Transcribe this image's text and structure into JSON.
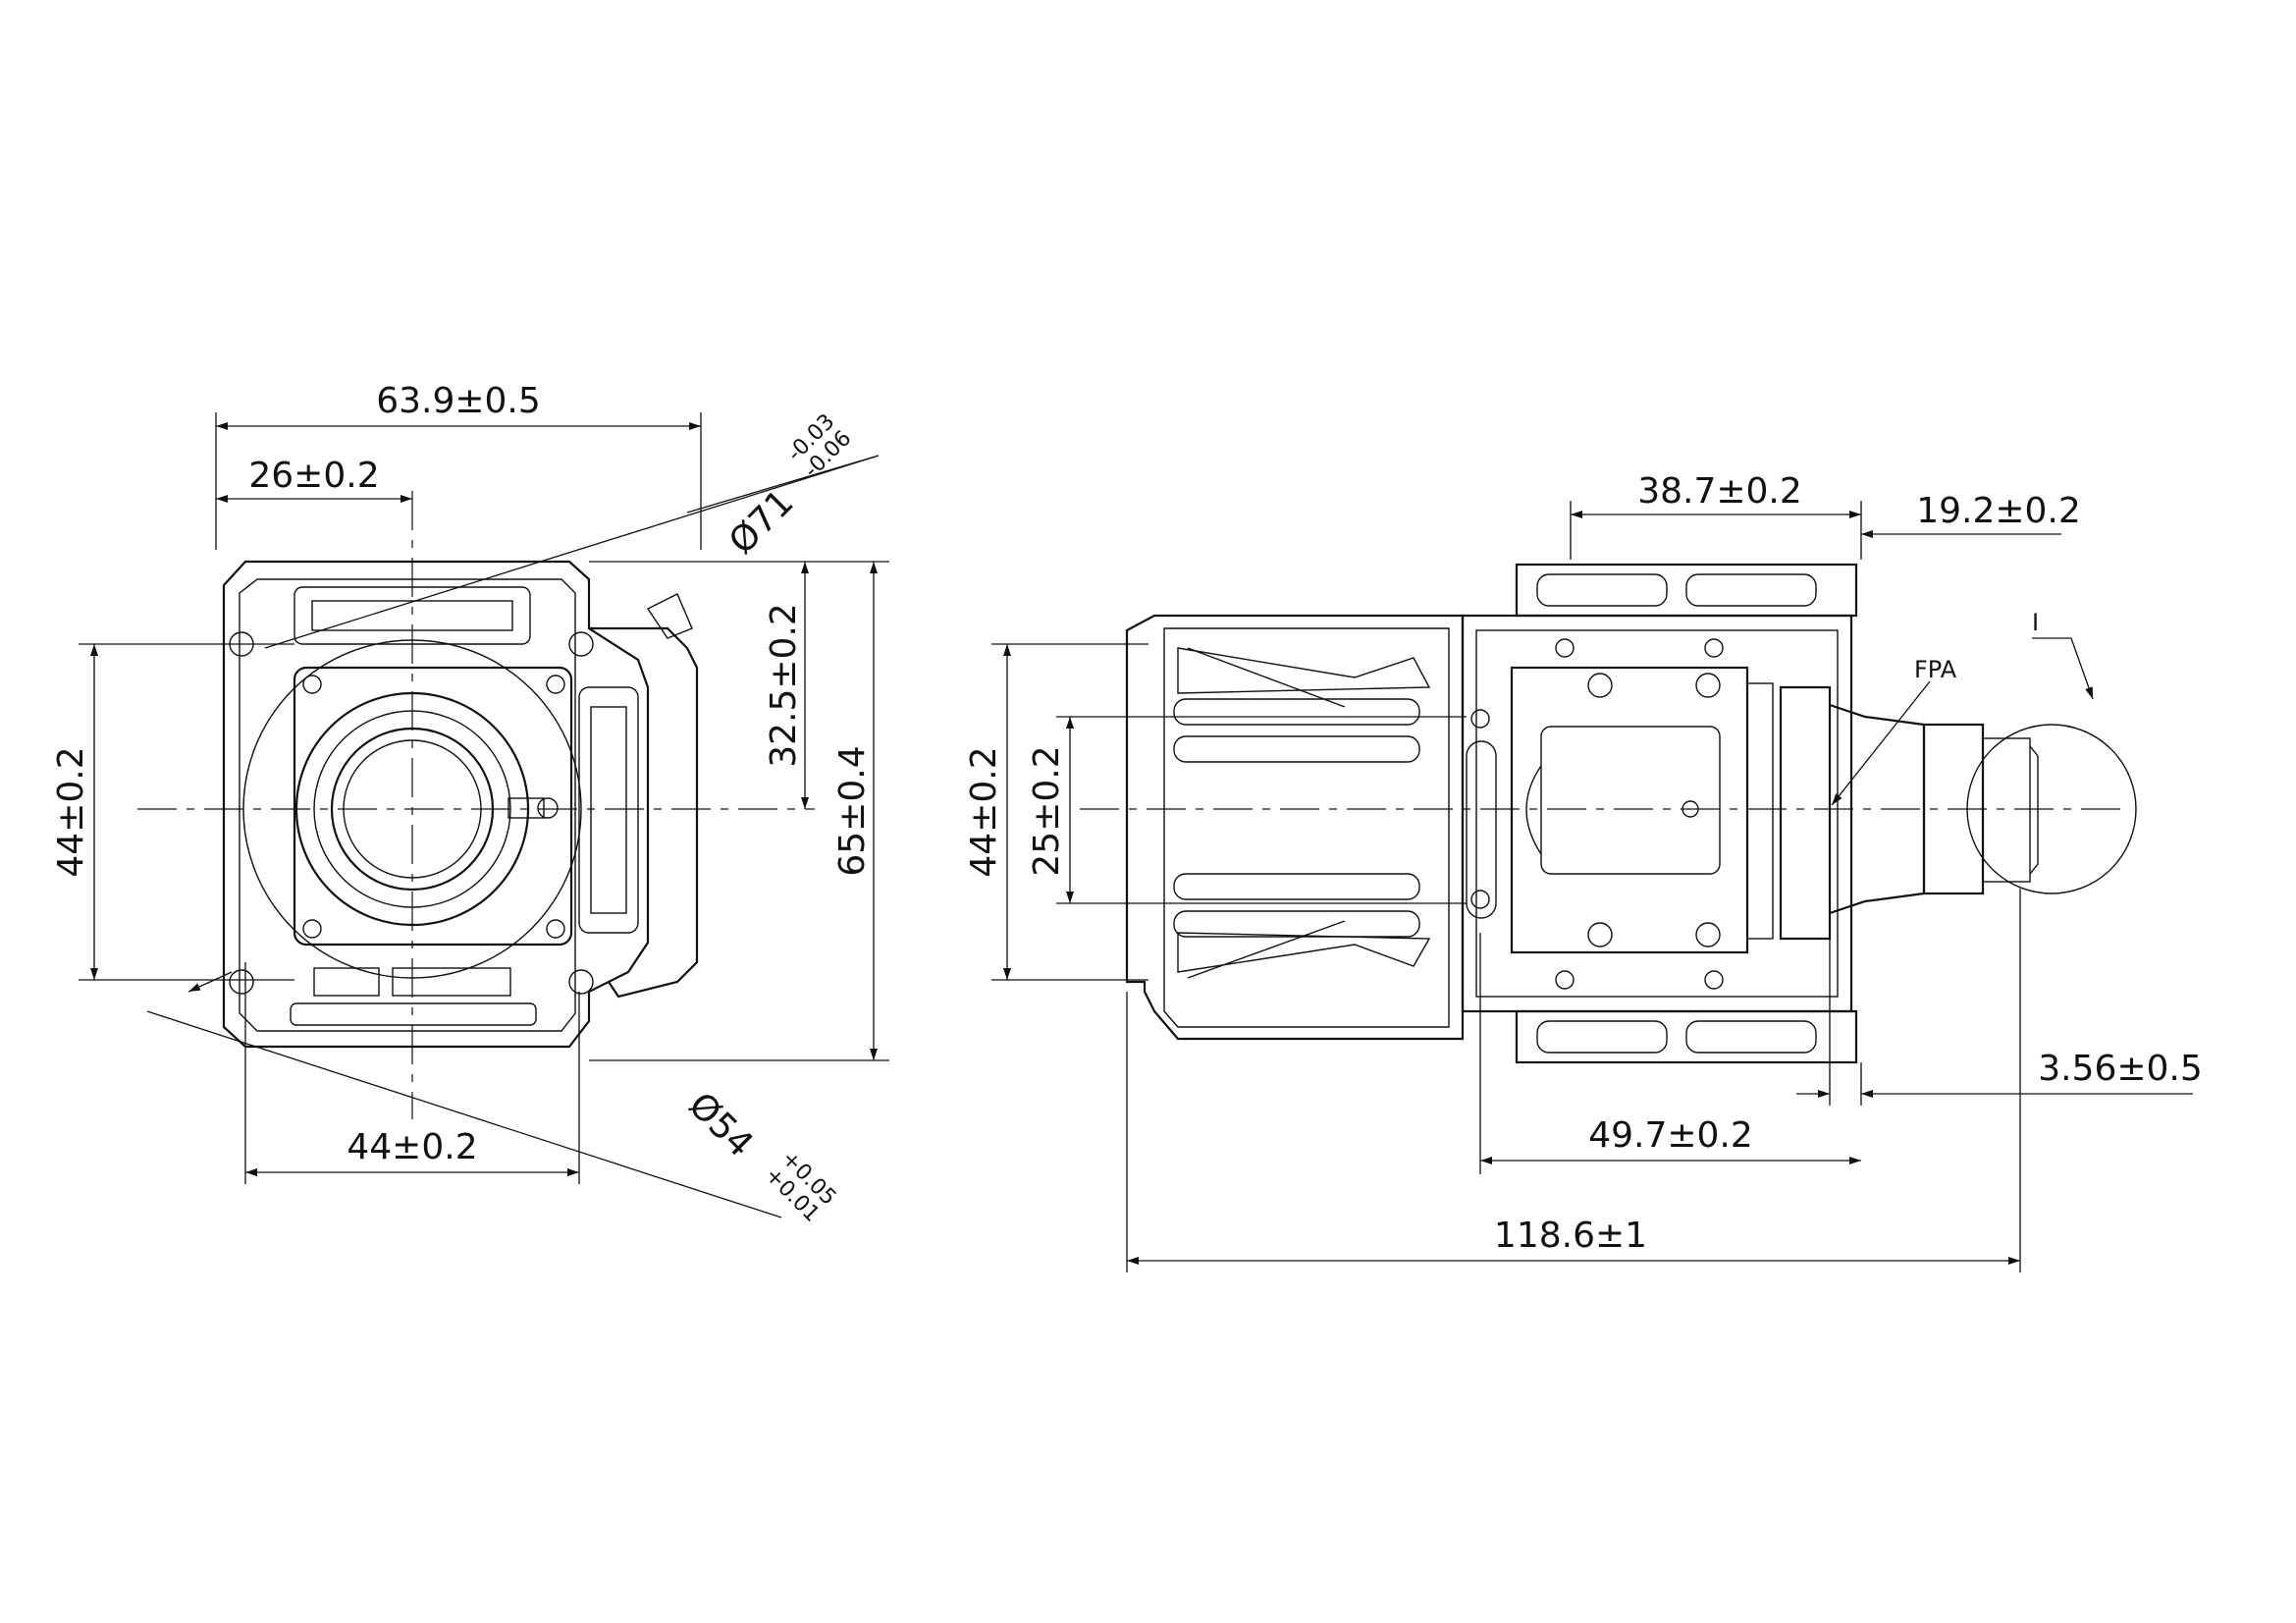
{
  "views": {
    "front": {
      "dimensions": {
        "overall_width": "63.9±0.5",
        "offset_width": "26±0.2",
        "diameter_large": "Ø71",
        "diameter_large_tol_upper": "-0.03",
        "diameter_large_tol_lower": "-0.06",
        "half_height": "32.5±0.2",
        "overall_height": "65±0.4",
        "mount_height": "44±0.2",
        "mount_width": "44±0.2",
        "diameter_small": "Ø54",
        "diameter_small_tol_upper": "+0.05",
        "diameter_small_tol_lower": "+0.01"
      }
    },
    "side": {
      "dimensions": {
        "module_length": "38.7±0.2",
        "rear_length": "19.2±0.2",
        "mount_height": "44±0.2",
        "inner_height": "25±0.2",
        "fpa_offset": "3.56±0.5",
        "body_length": "49.7±0.2",
        "overall_length": "118.6±1"
      },
      "labels": {
        "detail_marker": "I",
        "fpa": "FPA"
      }
    }
  }
}
